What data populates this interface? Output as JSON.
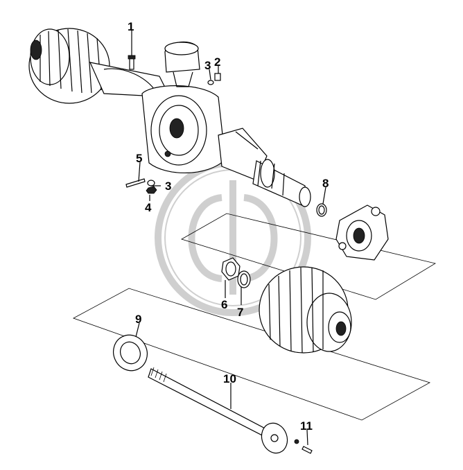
{
  "callouts": [
    {
      "id": "1",
      "label": "1"
    },
    {
      "id": "2",
      "label": "2"
    },
    {
      "id": "3a",
      "label": "3"
    },
    {
      "id": "3b",
      "label": "3"
    },
    {
      "id": "4",
      "label": "4"
    },
    {
      "id": "5",
      "label": "5"
    },
    {
      "id": "6",
      "label": "6"
    },
    {
      "id": "7",
      "label": "7"
    },
    {
      "id": "8",
      "label": "8"
    },
    {
      "id": "9",
      "label": "9"
    },
    {
      "id": "10",
      "label": "10"
    },
    {
      "id": "11",
      "label": "11"
    }
  ],
  "colors": {
    "line": "#000000",
    "background": "#ffffff",
    "watermark": "#c8c8c8"
  }
}
